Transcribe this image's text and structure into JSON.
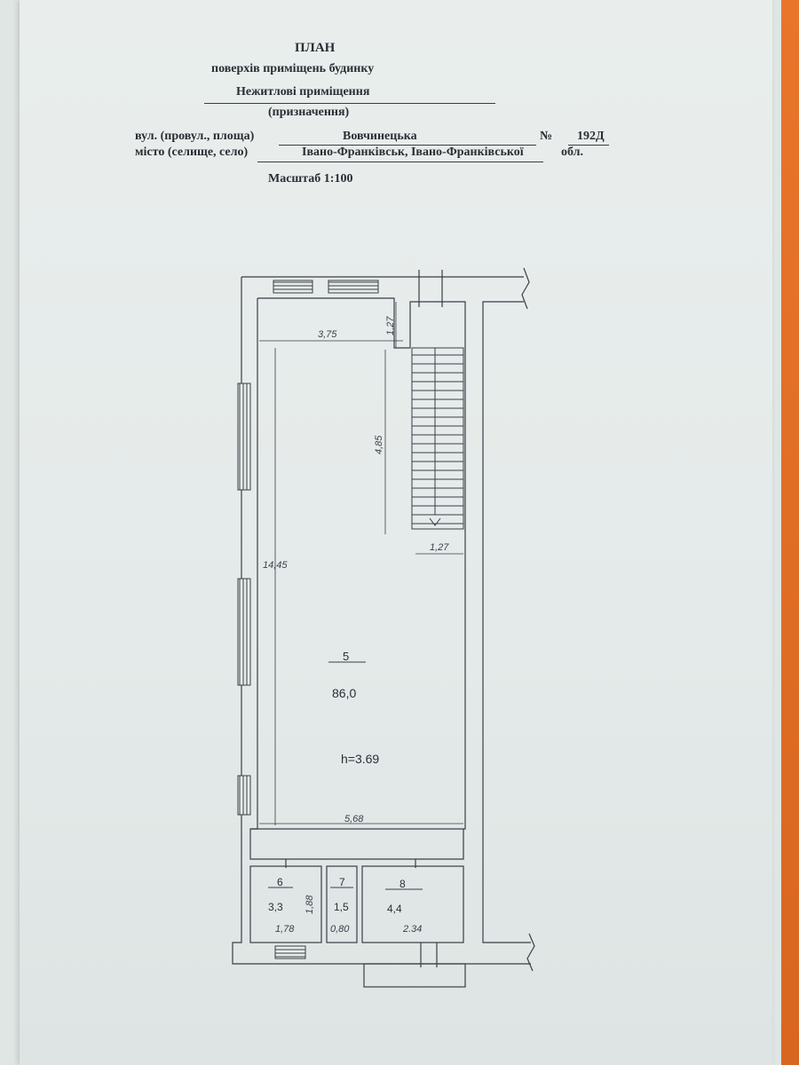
{
  "header": {
    "title": "ПЛАН",
    "subtitle": "поверхів приміщень будинку",
    "purpose_value": "Нежитлові приміщення",
    "purpose_label": "(призначення)",
    "street_label": "вул. (провул., площа)",
    "street_value": "Вовчинецька",
    "number_label": "№",
    "number_value": "192Д",
    "city_label": "місто (селище, село)",
    "city_value": "Івано-Франківськ, Івано-Франківської",
    "region_suffix": "обл.",
    "scale": "Масштаб 1:100"
  },
  "plan": {
    "dimensions": {
      "top_width": "3,75",
      "stair_gap": "1,27",
      "stair_length": "4,85",
      "stair_width": "1,27",
      "total_length": "14,45",
      "hall_width": "5,68",
      "room6_width": "1,78",
      "room6_depth": "1,88",
      "room7_width": "0,80",
      "room8_width": "2.34"
    },
    "rooms": [
      {
        "number": "5",
        "area": "86,0",
        "height": "h=3.69"
      },
      {
        "number": "6",
        "area": "3,3"
      },
      {
        "number": "7",
        "area": "1,5"
      },
      {
        "number": "8",
        "area": "4,4"
      }
    ]
  }
}
